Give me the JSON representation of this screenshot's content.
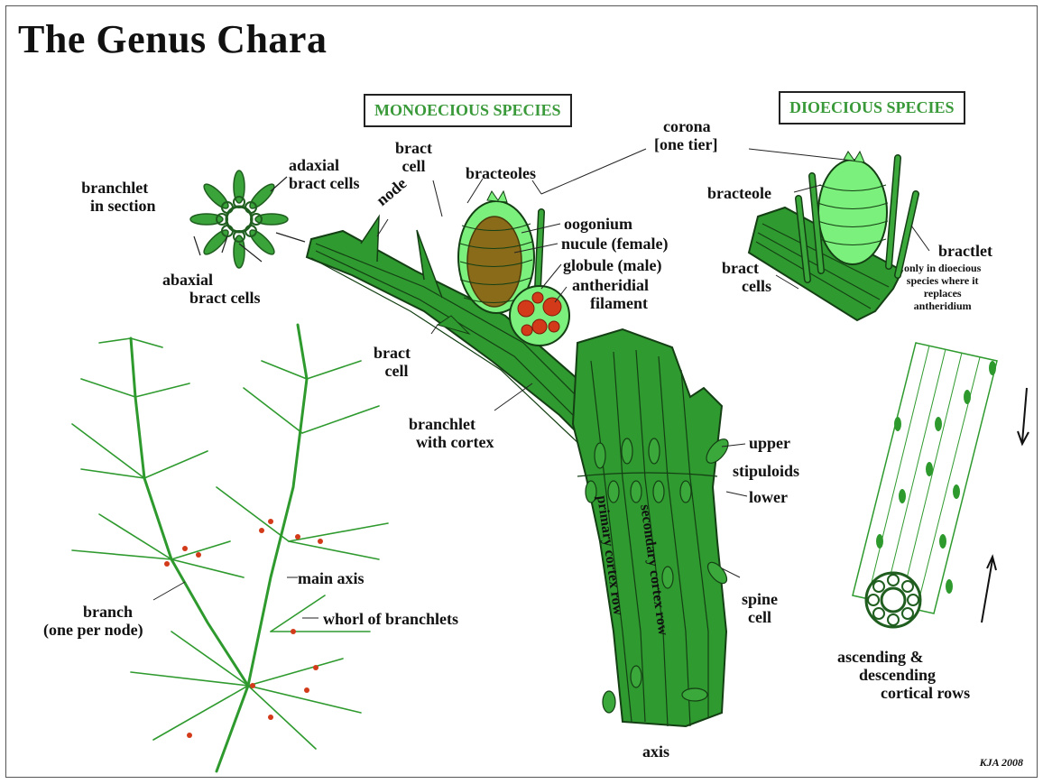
{
  "title": "The Genus Chara",
  "boxes": {
    "monoecious": "MONOECIOUS SPECIES",
    "dioecious": "DIOECIOUS SPECIES"
  },
  "labels": {
    "branchlet_in_section_1": "branchlet",
    "branchlet_in_section_2": "in section",
    "adaxial_1": "adaxial",
    "adaxial_2": "bract cells",
    "abaxial_1": "abaxial",
    "abaxial_2": "bract cells",
    "node": "node",
    "bract_cell_top_1": "bract",
    "bract_cell_top_2": "cell",
    "bracteoles": "bracteoles",
    "corona_1": "corona",
    "corona_2": "[one tier]",
    "oogonium": "oogonium",
    "nucule": "nucule (female)",
    "globule": "globule (male)",
    "antheridial_1": "antheridial",
    "antheridial_2": "filament",
    "bract_cell_low_1": "bract",
    "bract_cell_low_2": "cell",
    "branchlet_cortex_1": "branchlet",
    "branchlet_cortex_2": "with cortex",
    "upper": "upper",
    "stipuloids": "stipuloids",
    "lower": "lower",
    "primary_cortex": "primary cortex row",
    "secondary_cortex": "secondary cortex row",
    "spine_1": "spine",
    "spine_2": "cell",
    "axis": "axis",
    "bracteole": "bracteole",
    "bractlet": "bractlet",
    "bractlet_note_1": "only in dioecious",
    "bractlet_note_2": "species where it",
    "bractlet_note_3": "replaces",
    "bractlet_note_4": "antheridium",
    "bract_cells_right_1": "bract",
    "bract_cells_right_2": "cells",
    "ascending_1": "ascending &",
    "ascending_2": "descending",
    "ascending_3": "cortical rows",
    "branch_1": "branch",
    "branch_2": "(one per node)",
    "main_axis": "main axis",
    "whorl": "whorl of branchlets"
  },
  "signature": "KJA 2008",
  "colors": {
    "plant_green": "#2e9a2e",
    "dark_green": "#1f6e1f",
    "light_green": "#7cf07c",
    "nucule_brown": "#8a6b1a",
    "antheridium_red": "#d23a1a",
    "box_text_green": "#3a9a3a"
  }
}
